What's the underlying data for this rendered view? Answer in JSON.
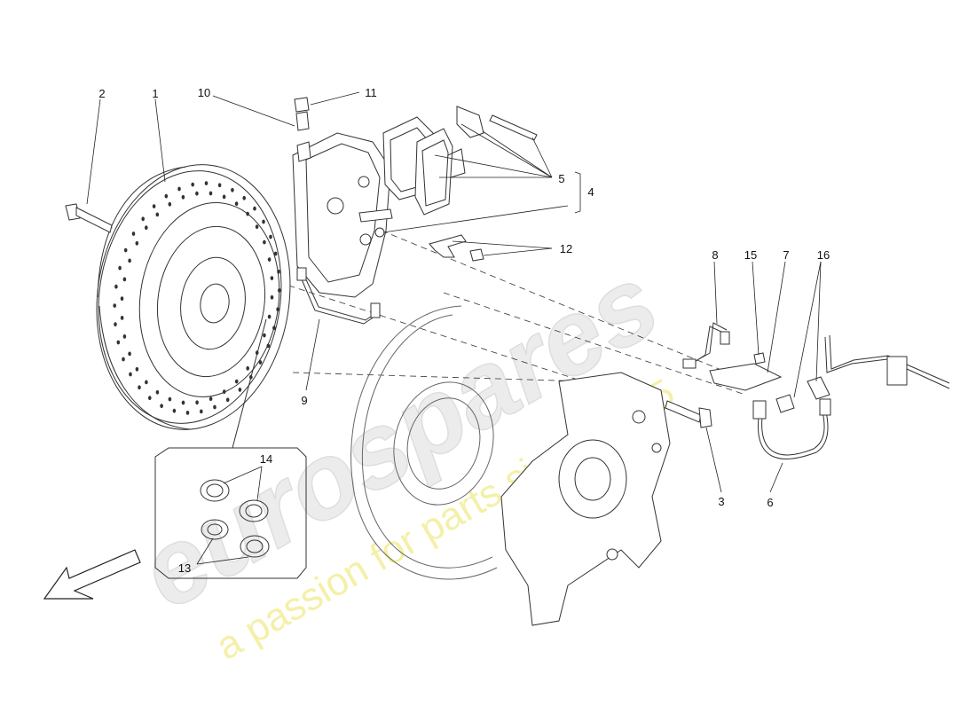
{
  "diagram": {
    "callouts": [
      {
        "id": "1",
        "text": "1"
      },
      {
        "id": "2",
        "text": "2"
      },
      {
        "id": "3",
        "text": "3"
      },
      {
        "id": "4",
        "text": "4"
      },
      {
        "id": "5",
        "text": "5"
      },
      {
        "id": "6",
        "text": "6"
      },
      {
        "id": "7",
        "text": "7"
      },
      {
        "id": "8",
        "text": "8"
      },
      {
        "id": "9",
        "text": "9"
      },
      {
        "id": "10",
        "text": "10"
      },
      {
        "id": "11",
        "text": "11"
      },
      {
        "id": "12",
        "text": "12"
      },
      {
        "id": "13",
        "text": "13"
      },
      {
        "id": "14",
        "text": "14"
      },
      {
        "id": "15",
        "text": "15"
      },
      {
        "id": "16",
        "text": "16"
      }
    ]
  },
  "watermark": {
    "brand": "eurospares",
    "tagline": "a passion for parts since 1985"
  },
  "colors": {
    "line": "#333333",
    "watermark_brand": "#ececec",
    "watermark_tagline": "#f4f0a8"
  }
}
